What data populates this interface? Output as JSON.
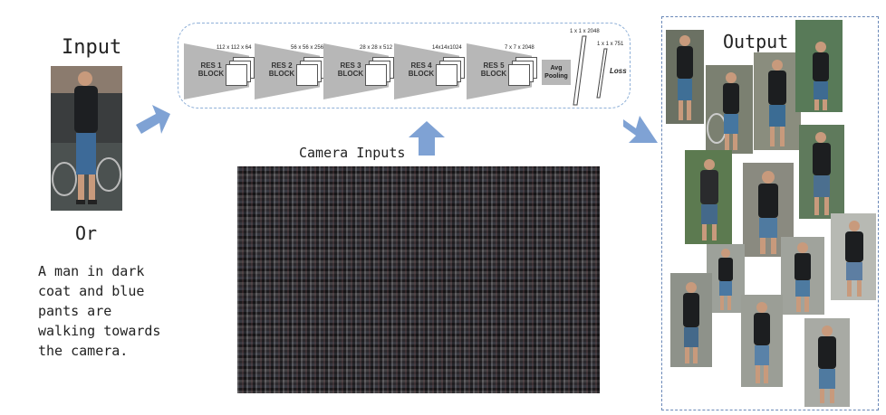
{
  "input": {
    "title": "Input",
    "or_label": "Or",
    "query_text": "A man in dark\ncoat and blue\npants are\nwalking towards\nthe camera."
  },
  "network": {
    "blocks": [
      {
        "label": "RES 1\nBLOCK",
        "dims": "112 x 112 x 64"
      },
      {
        "label": "RES 2\nBLOCK",
        "dims": "56 x 56 x 256"
      },
      {
        "label": "RES 3\nBLOCK",
        "dims": "28 x 28 x 512"
      },
      {
        "label": "RES 4\nBLOCK",
        "dims": "14x14x1024"
      },
      {
        "label": "RES 5\nBLOCK",
        "dims": "7 x 7 x 2048"
      }
    ],
    "avg_pooling_label": "Avg\nPooling",
    "fc1_dims": "1 x 1 x 2048",
    "fc2_dims": "1 x 1 x 751",
    "loss_label": "Loss"
  },
  "gallery": {
    "label": "Camera Inputs"
  },
  "output": {
    "title": "Output"
  },
  "colors": {
    "arrow": "#7fa2d4",
    "box_border": "#8fb0d8",
    "block_gray": "#b7b7b7"
  }
}
